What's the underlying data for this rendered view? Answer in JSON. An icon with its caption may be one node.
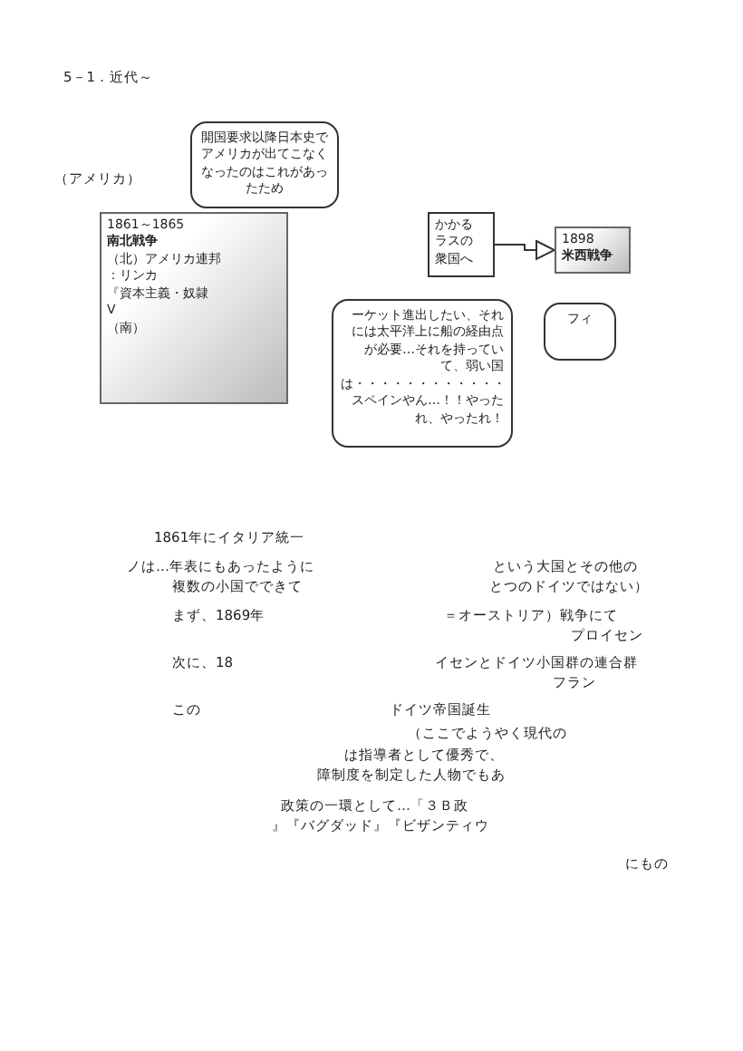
{
  "diagram": {
    "nodes": [
      {
        "text": [
          "開国要求以降日本史でアメリカが出てこなくなったのはこれがあったため"
        ]
      },
      {
        "text": [
          "1861～1865",
          "南北戦争",
          "（北）アメリカ連邦",
          "：リンカ",
          "『資本主義・奴隷",
          "V",
          "（南）"
        ]
      },
      {
        "text": [
          "かかる",
          "ラスの",
          "衆国へ"
        ]
      },
      {
        "text": [
          "1898",
          "米西戦争"
        ]
      },
      {
        "text": [
          "ーケット進出したい、それには太平洋上に船の経由点が必要…それを持っていて、弱い国は・・・・・・・・・・・・スペインやん…！！やったれ、やったれ！"
        ]
      },
      {
        "text": [
          "フィ"
        ]
      }
    ],
    "edges": [
      {
        "from": 2,
        "to": 3,
        "arrow": "to"
      }
    ],
    "labels": [
      "5－1．近代～",
      "（アメリカ）",
      "1861年にイタリア統一",
      "ノは…年表にもあったように",
      "という大国とその他の",
      "複数の小国でできて",
      "とつのドイツではない）",
      "まず、1869年",
      "＝オーストリア）戦争にて",
      "プロイセン",
      "次に、18",
      "イセンとドイツ小国群の連合群",
      "フラン",
      "この",
      "ドイツ帝国誕生",
      "（ここでようやく現代の",
      "は指導者として優秀で、",
      "障制度を制定した人物でもあ",
      "政策の一環として…「３Ｂ政",
      "』『バグダッド』『ビザンティウ",
      "にもの"
    ]
  }
}
